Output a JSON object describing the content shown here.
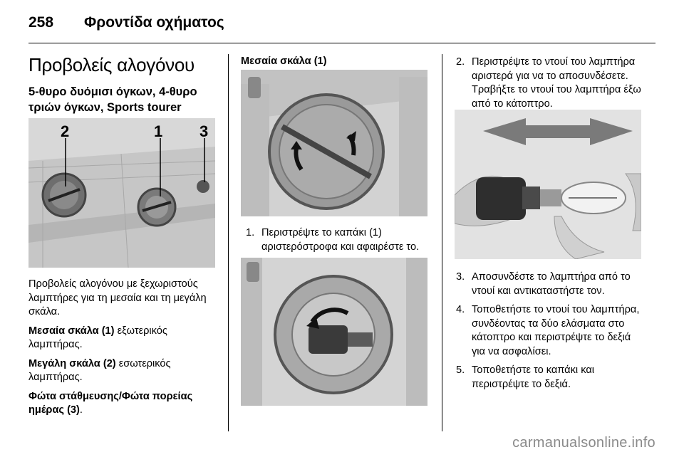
{
  "header": {
    "page_number": "258",
    "running_title": "Φροντίδα οχήματος"
  },
  "left": {
    "section_title": "Προβολείς αλογόνου",
    "sub_title": "5-θυρο δυόμισι όγκων, 4-θυρο τριών όγκων, Sports tourer",
    "figure_labels": [
      "2",
      "1",
      "3"
    ],
    "intro": "Προβολείς αλογόνου με ξεχωριστούς λαμπτήρες για τη μεσαία και τη μεγάλη σκάλα.",
    "items": [
      {
        "bold": "Μεσαία σκάλα (1)",
        "text": " εξωτερικός λαμπτήρας."
      },
      {
        "bold": "Μεγάλη σκάλα (2)",
        "text": " εσωτερικός λαμπτήρας."
      },
      {
        "bold": "Φώτα στάθμευσης/Φώτα πορείας ημέρας (3)",
        "text": "."
      }
    ]
  },
  "middle": {
    "heading": "Μεσαία σκάλα (1)",
    "step1_num": "1.",
    "step1_text": "Περιστρέψτε το καπάκι (1) αριστερόστροφα και αφαιρέστε το."
  },
  "right": {
    "steps": [
      {
        "num": "2.",
        "text": "Περιστρέψτε το ντουί του λαμπτήρα αριστερά για να το αποσυνδέσετε. Τραβήξτε το ντουί του λαμπτήρα έξω από το κάτοπτρο."
      },
      {
        "num": "3.",
        "text": "Αποσυνδέστε το λαμπτήρα από το ντουί και αντικαταστήστε τον."
      },
      {
        "num": "4.",
        "text": "Τοποθετήστε το ντουί του λαμπτήρα, συνδέοντας τα δύο ελάσματα στο κάτοπτρο και περιστρέψτε το δεξιά για να ασφαλίσει."
      },
      {
        "num": "5.",
        "text": "Τοποθετήστε το καπάκι και περιστρέψτε το δεξιά."
      }
    ]
  },
  "watermark": "carmanualsonline.info"
}
